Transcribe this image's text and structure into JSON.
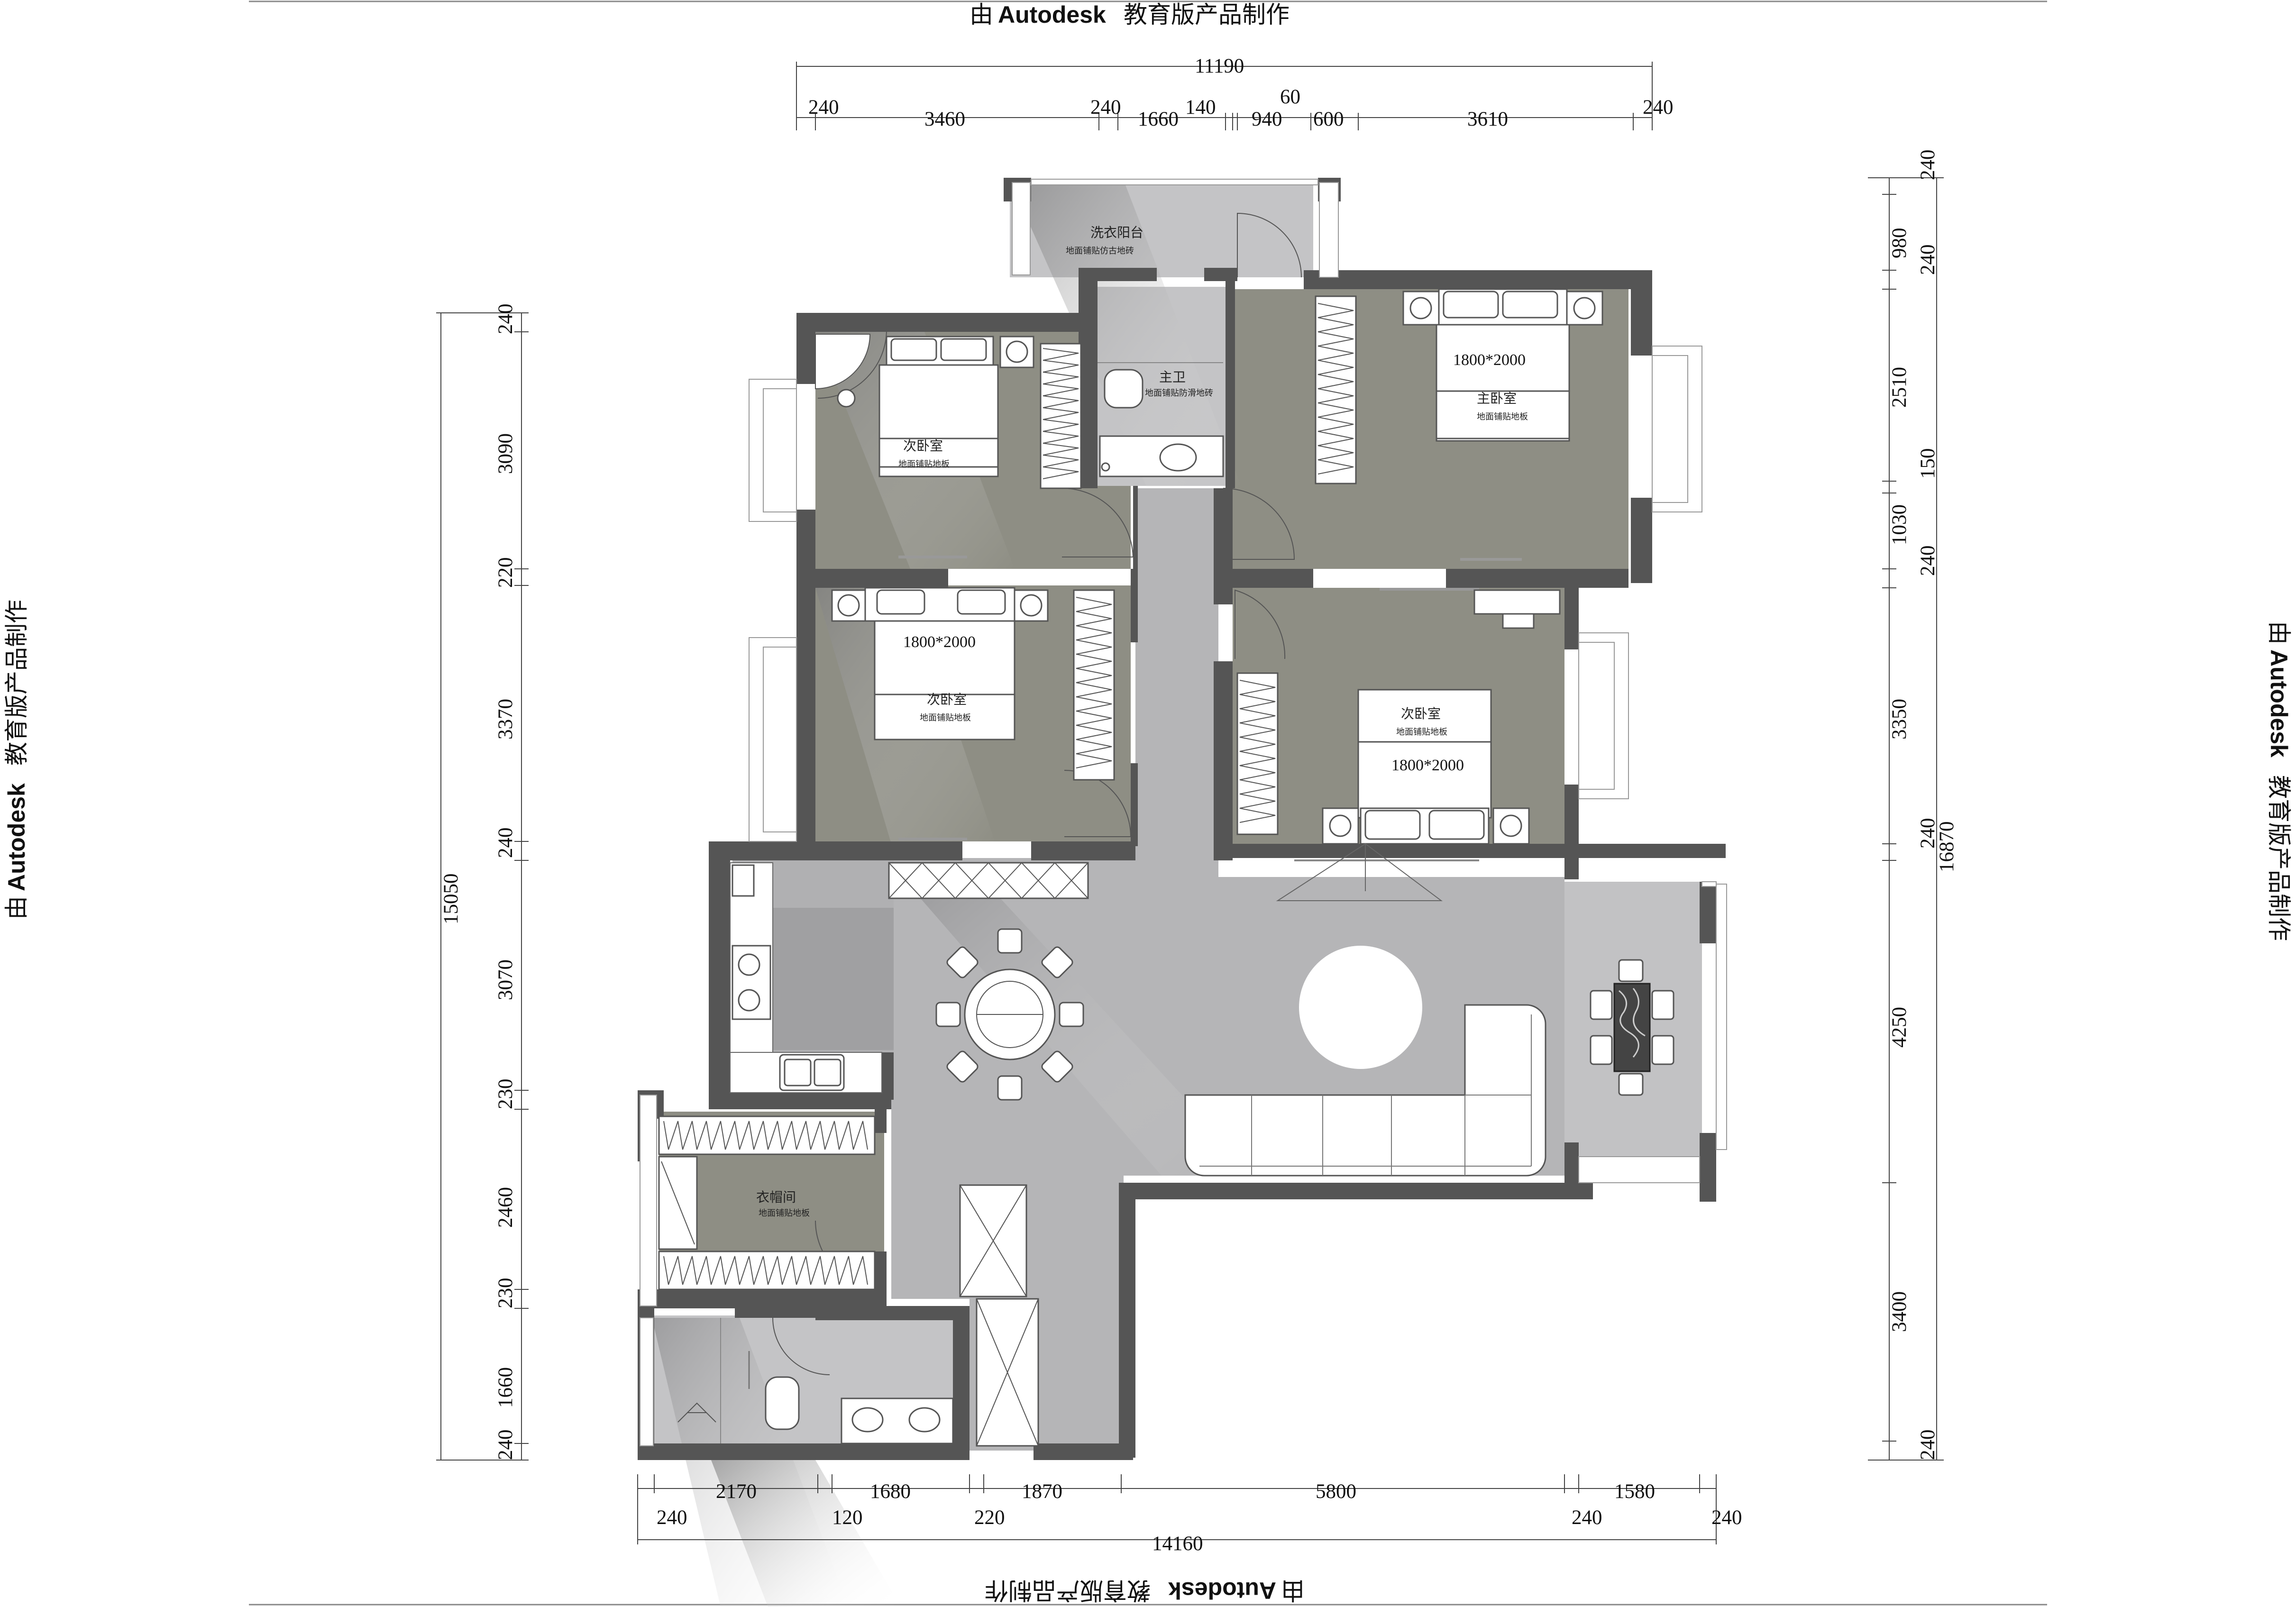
{
  "watermark": {
    "prefix": "由",
    "brand": "Autodesk",
    "suffix": "教育版产品制作"
  },
  "dimensions": {
    "top_total": "11190",
    "top_segments": [
      "240",
      "3460",
      "240",
      "1660",
      "140",
      "60",
      "940",
      "600",
      "3610",
      "240"
    ],
    "bottom_total": "14160",
    "bottom_upper": [
      "2170",
      "1680",
      "1870",
      "5800",
      "1580"
    ],
    "bottom_lower": [
      "240",
      "120",
      "220",
      "240",
      "240"
    ],
    "left_total": "15050",
    "left_segments": [
      "240",
      "3090",
      "220",
      "3370",
      "240",
      "3070",
      "230",
      "2460",
      "230",
      "1660",
      "240"
    ],
    "right_total": "16870",
    "right_segments": [
      "240",
      "980",
      "240",
      "2510",
      "150",
      "1030",
      "240",
      "3350",
      "240",
      "4250",
      "3400",
      "240"
    ]
  },
  "rooms": {
    "laundry_balcony": "洗衣阳台",
    "laundry_sub": "地面铺贴仿古地砖",
    "master_bath": "主卫",
    "master_bath_sub": "地面铺贴防滑地砖",
    "master_bedroom": "主卧室",
    "master_bedroom_sub": "地面铺贴地板",
    "second_bedroom_a": "次卧室",
    "second_bedroom_a_sub": "地面铺贴地板",
    "second_bedroom_b": "次卧室",
    "second_bedroom_b_sub": "地面铺贴地板",
    "second_bedroom_c": "次卧室",
    "second_bedroom_c_sub": "地面铺贴地板",
    "cloakroom": "衣帽间",
    "cloakroom_sub": "地面铺贴地板"
  },
  "bed_sizes": {
    "master": "1800*2000",
    "bedroom_b": "1800*2000",
    "bedroom_c": "1800*2000"
  },
  "colors": {
    "wall": "#555555",
    "bedroom_floor": "#8f8f85",
    "common_floor": "#b3b3b5",
    "wet_floor": "#c6c6c8",
    "kitchen_floor": "#a9a9ab"
  }
}
